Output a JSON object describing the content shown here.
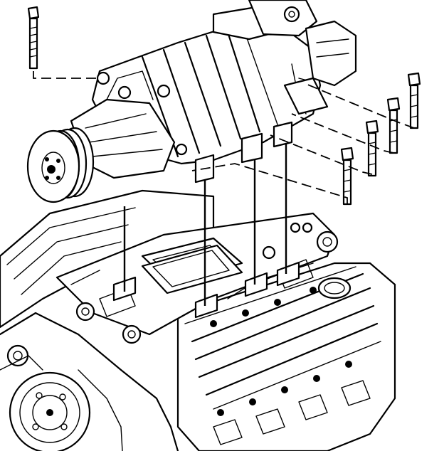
{
  "diagram": {
    "kind": "exploded-view line illustration",
    "colors": {
      "line": "#000000",
      "background": "#ffffff"
    },
    "parts": [
      {
        "id": "supercharger-assembly",
        "icon": "supercharger-icon"
      },
      {
        "id": "drive-pulley",
        "icon": "pulley-icon"
      },
      {
        "id": "intake-gasket",
        "icon": "gasket-icon"
      },
      {
        "id": "lower-intake-manifold",
        "icon": "manifold-icon"
      },
      {
        "id": "engine-block",
        "icon": "engine-icon"
      },
      {
        "id": "mounting-bolts",
        "count": 5,
        "icon": "bolt-icon"
      }
    ]
  }
}
